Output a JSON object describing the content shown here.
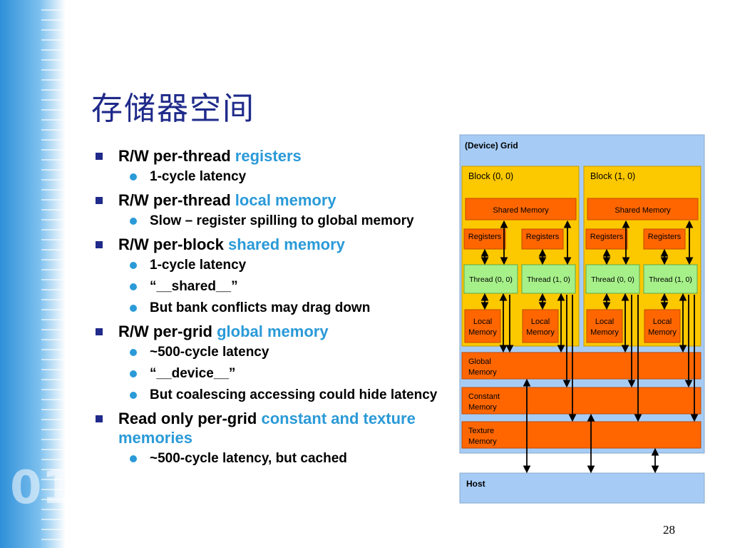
{
  "slide": {
    "title": "存储器空间",
    "page_number": "28",
    "decor_text": "01"
  },
  "bullets": [
    {
      "pre": "R/W per-thread ",
      "hl": "registers",
      "subs": [
        "1-cycle latency"
      ]
    },
    {
      "pre": "R/W per-thread ",
      "hl": "local memory",
      "subs": [
        "Slow – register spilling to global memory"
      ]
    },
    {
      "pre": "R/W per-block ",
      "hl": "shared memory",
      "subs": [
        "1-cycle latency",
        "“__shared__”",
        "But bank conflicts may drag down"
      ]
    },
    {
      "pre": "R/W per-grid ",
      "hl": "global memory",
      "subs": [
        "~500-cycle latency",
        "“__device__”",
        "But coalescing accessing could hide latency"
      ]
    },
    {
      "pre": "Read only per-grid ",
      "hl": "constant and texture memories",
      "subs": [
        "~500-cycle latency, but cached"
      ]
    }
  ],
  "diagram": {
    "grid_label": "(Device) Grid",
    "blocks": [
      {
        "label": "Block (0, 0)",
        "shared": "Shared Memory",
        "threads": [
          {
            "registers": "Registers",
            "thread": "Thread (0, 0)",
            "local_1": "Local",
            "local_2": "Memory"
          },
          {
            "registers": "Registers",
            "thread": "Thread (1, 0)",
            "local_1": "Local",
            "local_2": "Memory"
          }
        ]
      },
      {
        "label": "Block (1, 0)",
        "shared": "Shared Memory",
        "threads": [
          {
            "registers": "Registers",
            "thread": "Thread (0, 0)",
            "local_1": "Local",
            "local_2": "Memory"
          },
          {
            "registers": "Registers",
            "thread": "Thread (1, 0)",
            "local_1": "Local",
            "local_2": "Memory"
          }
        ]
      }
    ],
    "global_1": "Global",
    "global_2": "Memory",
    "constant_1": "Constant",
    "constant_2": "Memory",
    "texture_1": "Texture",
    "texture_2": "Memory",
    "host": "Host",
    "colors": {
      "grid_bg": "#a6ccf6",
      "block_bg": "#fcc800",
      "memory": "#ff6600",
      "thread": "#a6f08a",
      "host_bg": "#a6ccf6"
    }
  }
}
